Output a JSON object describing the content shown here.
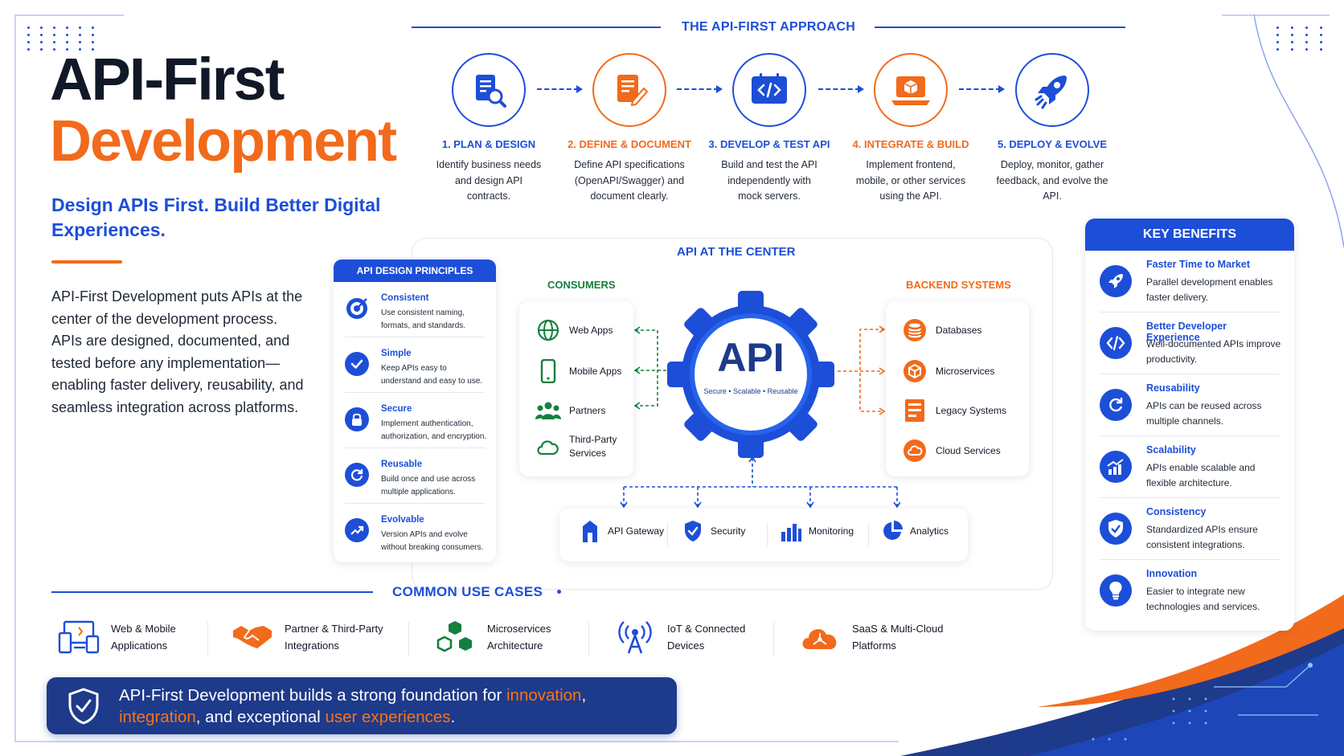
{
  "hero": {
    "title_line1": "API-First",
    "title_line2": "Development",
    "subtitle": "Design APIs First. Build Better Digital Experiences.",
    "intro": "API-First Development puts APIs at the center of the development process. APIs are designed, documented, and tested before any implementation—enabling faster delivery, reusability, and seamless integration across platforms."
  },
  "approach": {
    "title": "THE API-FIRST APPROACH",
    "steps": [
      {
        "name": "1. PLAN & DESIGN",
        "desc": "Identify business needs and design API contracts.",
        "icon": "document-search-icon",
        "accent": "#1d4ed8"
      },
      {
        "name": "2. DEFINE & DOCUMENT",
        "desc": "Define API specifications (OpenAPI/Swagger) and document clearly.",
        "icon": "document-edit-icon",
        "accent": "#f26a1b"
      },
      {
        "name": "3. DEVELOP & TEST API",
        "desc": "Build and test the API independently with mock servers.",
        "icon": "code-window-icon",
        "accent": "#1d4ed8"
      },
      {
        "name": "4. INTEGRATE & BUILD",
        "desc": "Implement frontend, mobile, or other services using the API.",
        "icon": "laptop-cube-icon",
        "accent": "#f26a1b"
      },
      {
        "name": "5. DEPLOY & EVOLVE",
        "desc": "Deploy, monitor, gather feedback, and evolve the API.",
        "icon": "rocket-icon",
        "accent": "#1d4ed8"
      }
    ]
  },
  "principles": {
    "title": "API DESIGN PRINCIPLES",
    "items": [
      {
        "title": "Consistent",
        "desc": "Use consistent naming, formats, and standards.",
        "icon": "target-icon"
      },
      {
        "title": "Simple",
        "desc": "Keep APIs easy to understand and easy to use.",
        "icon": "check-circle-icon"
      },
      {
        "title": "Secure",
        "desc": "Implement authentication, authorization, and encryption.",
        "icon": "lock-icon"
      },
      {
        "title": "Reusable",
        "desc": "Build once and use across multiple applications.",
        "icon": "refresh-icon"
      },
      {
        "title": "Evolvable",
        "desc": "Version APIs and evolve without breaking consumers.",
        "icon": "trend-up-icon"
      }
    ]
  },
  "center": {
    "title": "API AT THE CENTER",
    "api_label": "API",
    "api_tagline": "Secure • Scalable • Reusable",
    "consumers_title": "CONSUMERS",
    "consumers": [
      {
        "label": "Web Apps",
        "icon": "globe-icon"
      },
      {
        "label": "Mobile Apps",
        "icon": "mobile-icon"
      },
      {
        "label": "Partners",
        "icon": "people-icon"
      },
      {
        "label": "Third-Party Services",
        "icon": "cloud-outline-icon"
      }
    ],
    "backend_title": "BACKEND SYSTEMS",
    "backend": [
      {
        "label": "Databases",
        "icon": "database-icon"
      },
      {
        "label": "Microservices",
        "icon": "cube-icon"
      },
      {
        "label": "Legacy Systems",
        "icon": "server-icon"
      },
      {
        "label": "Cloud Services",
        "icon": "cloud-icon"
      }
    ],
    "strip": [
      {
        "label": "API Gateway",
        "icon": "gateway-icon"
      },
      {
        "label": "Security",
        "icon": "shield-check-icon"
      },
      {
        "label": "Monitoring",
        "icon": "bar-chart-icon"
      },
      {
        "label": "Analytics",
        "icon": "pie-chart-icon"
      }
    ]
  },
  "benefits": {
    "title": "KEY BENEFITS",
    "items": [
      {
        "title": "Faster Time to Market",
        "desc": "Parallel development enables faster delivery.",
        "icon": "rocket-icon"
      },
      {
        "title": "Better Developer Experience",
        "desc": "Well-documented APIs improve productivity.",
        "icon": "code-icon"
      },
      {
        "title": "Reusability",
        "desc": "APIs can be reused across multiple channels.",
        "icon": "refresh-icon"
      },
      {
        "title": "Scalability",
        "desc": "APIs enable scalable and flexible architecture.",
        "icon": "growth-chart-icon"
      },
      {
        "title": "Consistency",
        "desc": "Standardized APIs ensure consistent integrations.",
        "icon": "shield-check-icon"
      },
      {
        "title": "Innovation",
        "desc": "Easier to integrate new technologies and services.",
        "icon": "lightbulb-icon"
      }
    ]
  },
  "use_cases": {
    "title": "COMMON USE CASES",
    "items": [
      {
        "label": "Web & Mobile Applications",
        "icon": "devices-icon"
      },
      {
        "label": "Partner & Third-Party Integrations",
        "icon": "handshake-icon"
      },
      {
        "label": "Microservices Architecture",
        "icon": "hexagons-icon"
      },
      {
        "label": "IoT & Connected Devices",
        "icon": "antenna-icon"
      },
      {
        "label": "SaaS & Multi-Cloud Platforms",
        "icon": "cloud-network-icon"
      }
    ]
  },
  "banner": {
    "part1": "API-First Development builds a strong foundation for ",
    "hl1": "innovation",
    "part2": ", ",
    "hl2": "integration",
    "part3": ", and exceptional ",
    "hl3": "user experiences",
    "part4": "."
  },
  "colors": {
    "primary": "#1d4ed8",
    "accent": "#f26a1b",
    "navy": "#1e3a8a",
    "green": "#15803d"
  }
}
